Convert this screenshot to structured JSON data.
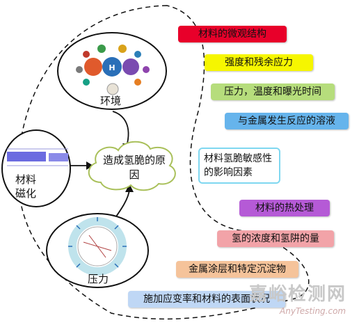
{
  "center_label": "造成氢脆的原因",
  "causes": {
    "environment": "环境",
    "magnetization": "材料\n磁化",
    "pressure": "压力"
  },
  "factors_title": "材料氢脆敏感性的影响因素",
  "factors": [
    {
      "label": "材料的微观结构",
      "color": "#e8002a"
    },
    {
      "label": "强度和残余应力",
      "color": "#f6f600"
    },
    {
      "label": "压力，温度和曝光时间",
      "color": "#b6dd7c"
    },
    {
      "label": "与金属发生反应的溶液",
      "color": "#66b4ec"
    },
    {
      "label": "材料的热处理",
      "color": "#b55ad6"
    },
    {
      "label": "氢的浓度和氢阱的量",
      "color": "#f2a3a8"
    },
    {
      "label": "金属涂层和特定沉淀物",
      "color": "#f5c39a"
    },
    {
      "label": "施加应变率和材料的表面状况",
      "color": "#bfd7f5"
    }
  ],
  "watermark": {
    "cn": "嘉峪检测网",
    "en": "AnyTesting.com"
  }
}
